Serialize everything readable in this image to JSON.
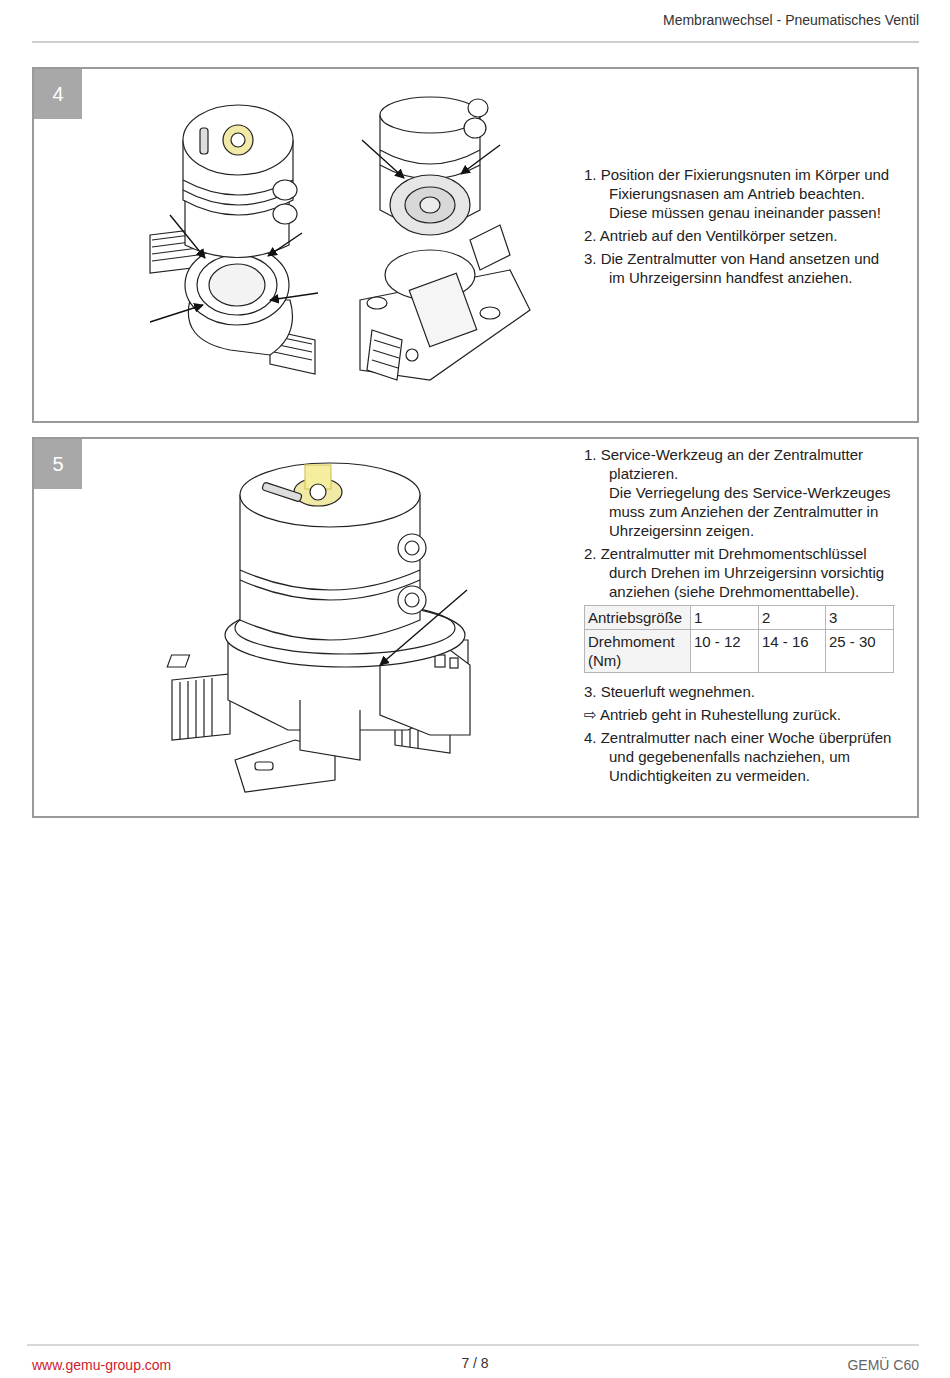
{
  "diagram": {
    "nodes": [
      {
        "text": [
          "1. Position der Fixierungsnuten im Körper und Fixierungsnasen am Antrieb beachten. Diese müssen genau ineinander passen!",
          "2. Antrieb auf den Ventilkörper setzen.",
          "3. Die Zentralmutter von Hand ansetzen und im Uhrzeigersinn handfest anziehen."
        ]
      },
      {
        "text": [
          "4"
        ],
        "in": 0
      },
      {
        "text": [
          "1. Service-Werkzeug an der Zentralmutter platzieren.",
          "Die Verriegelung des Service-Werkzeuges muss zum Anziehen der Zentralmutter in Uhrzeigersinn zeigen.",
          "2. Zentralmutter mit Drehmomentschlüssel durch Drehen im Uhrzeigersinn vorsichtig anziehen (siehe Drehmomenttabelle).",
          "3. Steuerluft wegnehmen.",
          "⇨ Antrieb geht in Ruhestellung zurück.",
          "4. Zentralmutter nach einer Woche überprüfen und gegebenenfalls nachziehen, um Undichtigkeiten zu vermeiden."
        ]
      },
      {
        "text": [
          "5"
        ],
        "in": 2
      }
    ],
    "labels": [
      "Membranwechsel - Pneumatisches Ventil",
      "Antriebsgröße",
      "1",
      "2",
      "3",
      "Drehmoment (Nm)",
      "10 - 12",
      "14 - 16",
      "25 - 30",
      "www.gemu-group.com",
      "7 / 8",
      "GEMÜ C60"
    ]
  }
}
